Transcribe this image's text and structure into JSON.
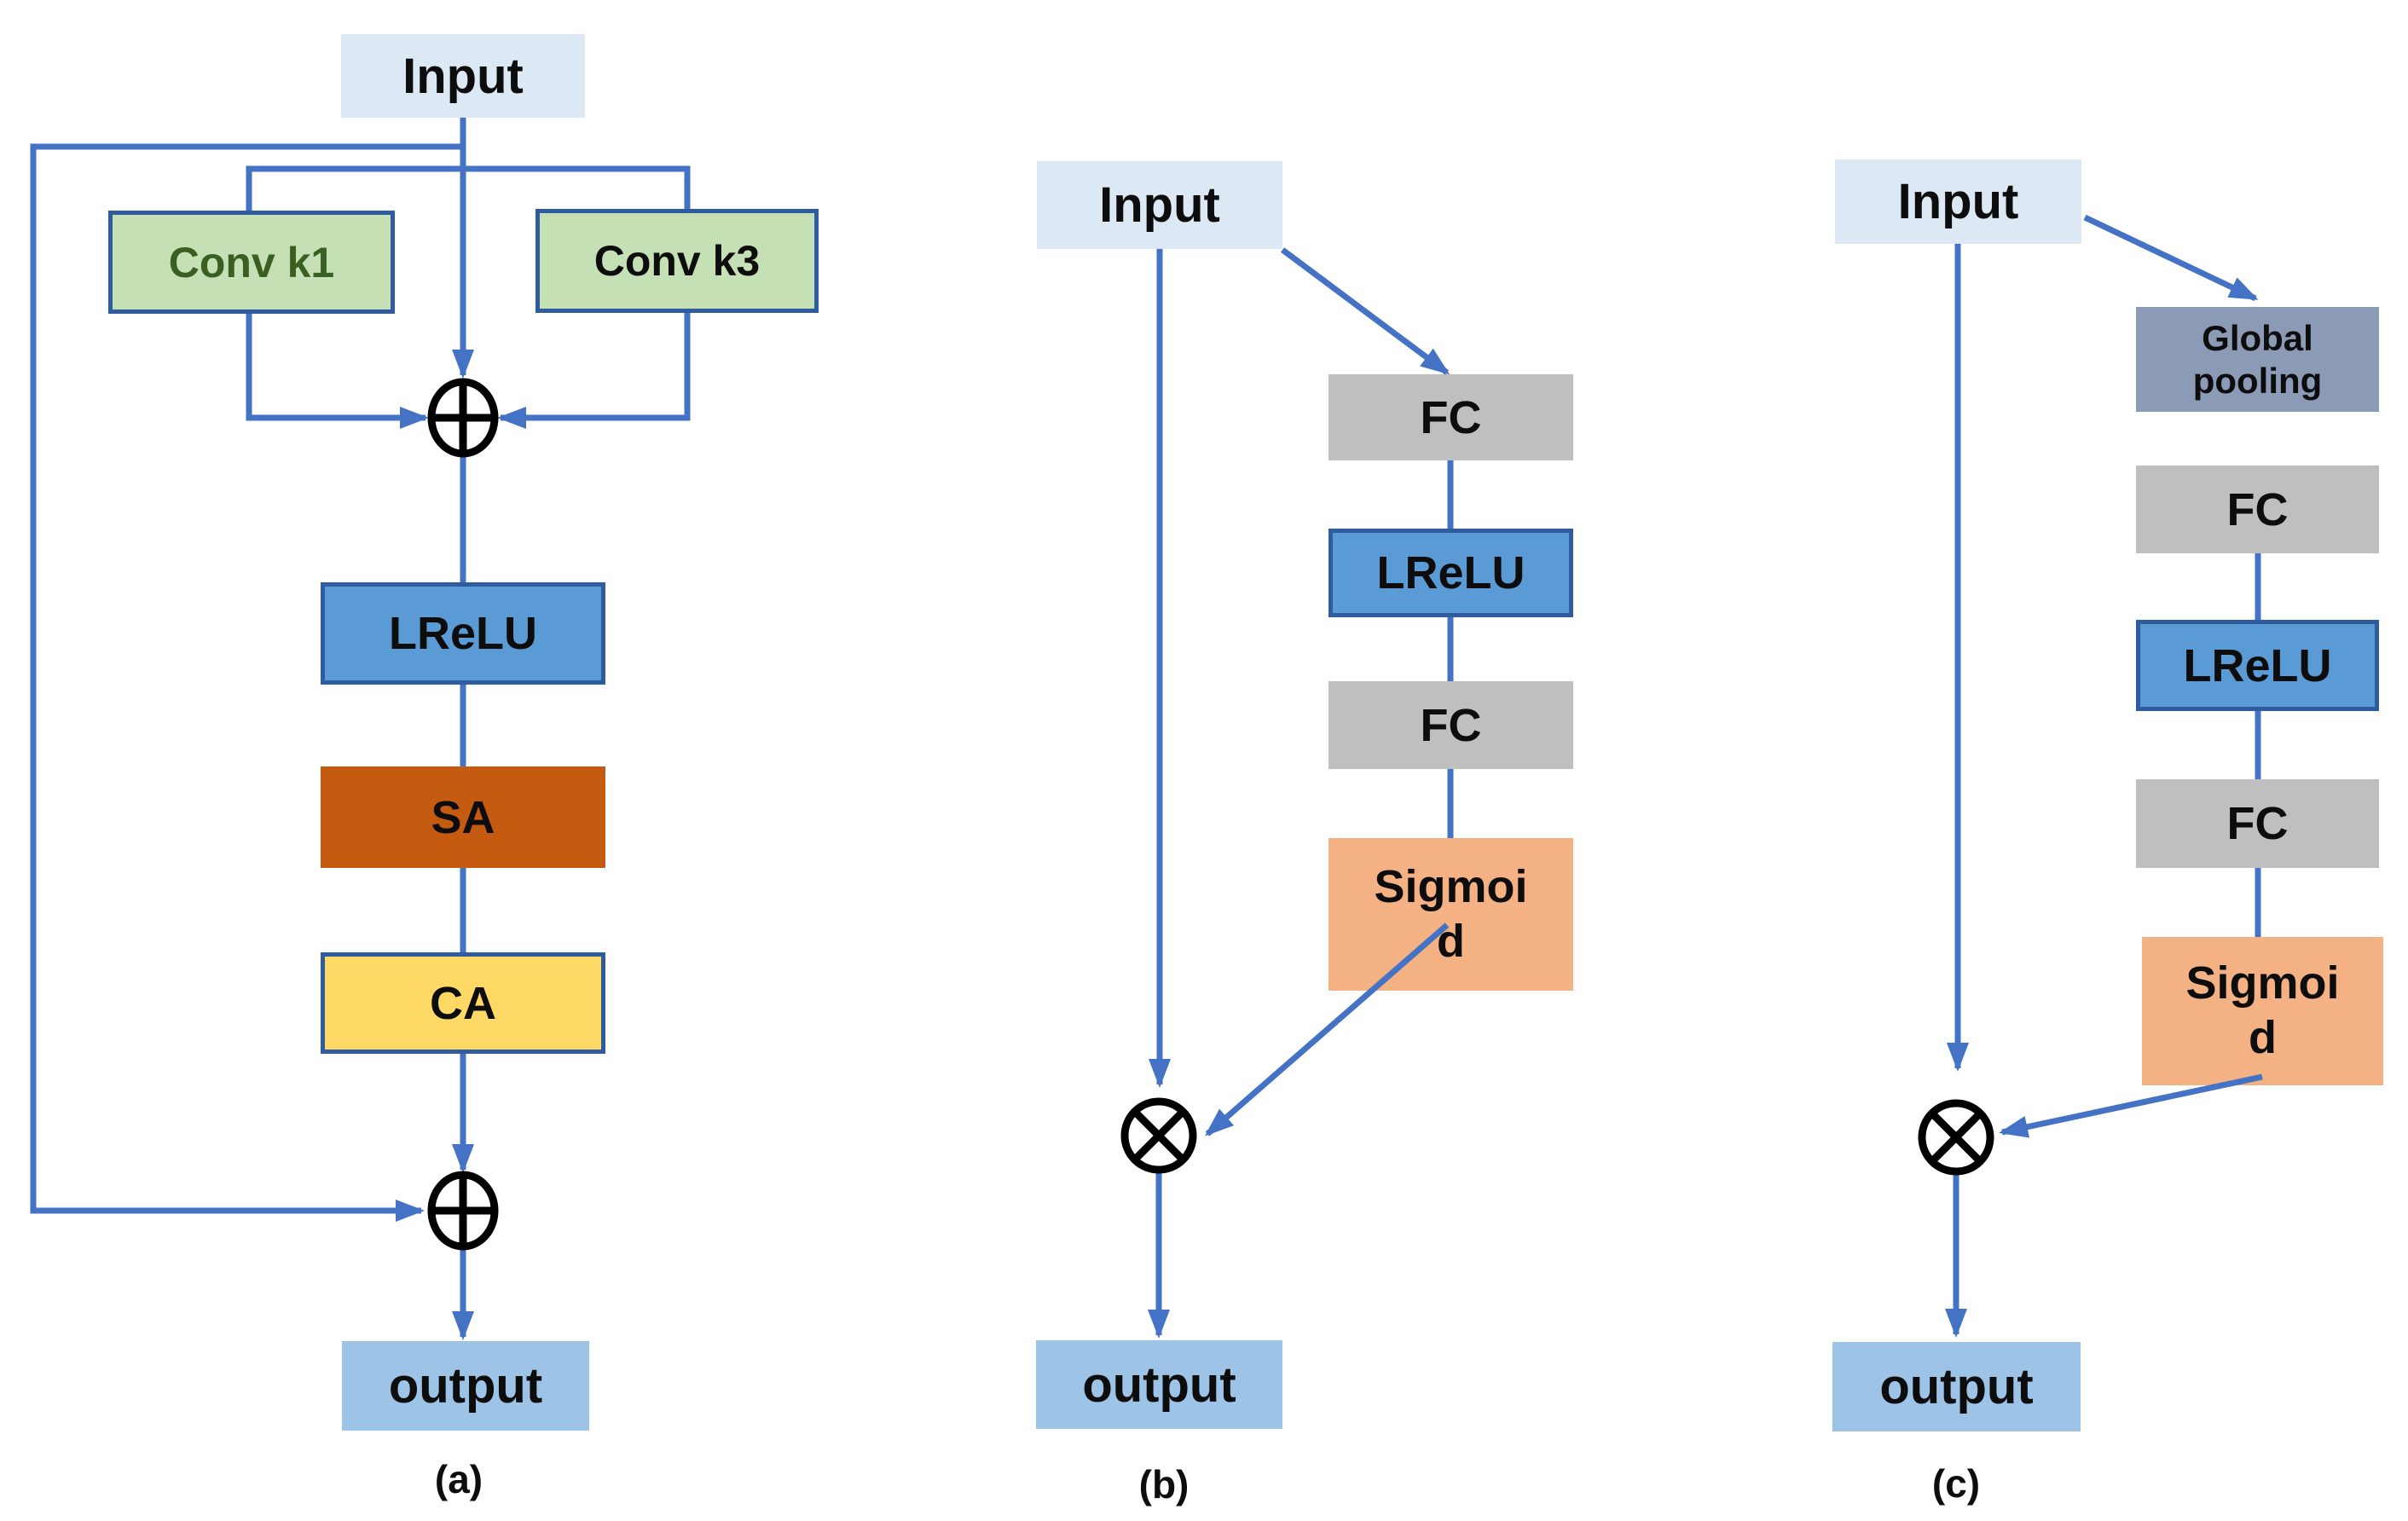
{
  "figure": {
    "colors": {
      "arrow": "#4472c4",
      "box_border_blue": "#2e5c9e",
      "input_fill": "#dce9f5",
      "output_fill": "#9dc3e6",
      "conv_fill": "#c5e0b4",
      "conv_k1_text": "#3a5f23",
      "lrelu_fill": "#5b9bd5",
      "sa_fill": "#c55a11",
      "ca_fill": "#ffd966",
      "fc_fill": "#bfbfbf",
      "sigmoid_fill": "#f4b183",
      "global_pooling_fill": "#8b9ab5"
    },
    "operators": {
      "add": "element-wise add (circle with plus)",
      "multiply": "element-wise multiply (circle with cross)"
    },
    "panel_a": {
      "caption": "(a)",
      "input": "Input",
      "conv_k1": "Conv k1",
      "conv_k3": "Conv k3",
      "lrelu": "LReLU",
      "sa": "SA",
      "ca": "CA",
      "output": "output"
    },
    "panel_b": {
      "caption": "(b)",
      "input": "Input",
      "fc1": "FC",
      "lrelu": "LReLU",
      "fc2": "FC",
      "sigmoid_lines": [
        "Sigmoi",
        "d"
      ],
      "output": "output"
    },
    "panel_c": {
      "caption": "(c)",
      "input": "Input",
      "global_pooling_lines": [
        "Global",
        "pooling"
      ],
      "fc1": "FC",
      "lrelu": "LReLU",
      "fc2": "FC",
      "sigmoid_lines": [
        "Sigmoi",
        "d"
      ],
      "output": "output"
    }
  }
}
